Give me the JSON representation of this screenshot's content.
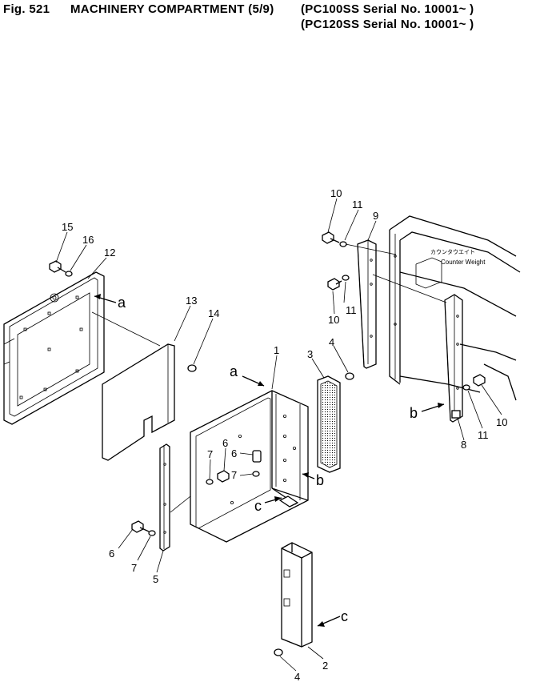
{
  "header": {
    "fig": "Fig. 521",
    "title": "MACHINERY COMPARTMENT (5/9)",
    "serial1": "(PC100SS Serial No. 10001~ )",
    "serial2": "(PC120SS Serial No. 10001~ )"
  },
  "callouts": {
    "p1": "1",
    "p2": "2",
    "p3": "3",
    "p4a": "4",
    "p4b": "4",
    "p5": "5",
    "p6a": "6",
    "p6b": "6",
    "p6c": "6",
    "p7a": "7",
    "p7b": "7",
    "p7c": "7",
    "p8": "8",
    "p9": "9",
    "p10a": "10",
    "p10b": "10",
    "p10c": "10",
    "p11a": "11",
    "p11b": "11",
    "p11c": "11",
    "p12": "12",
    "p13": "13",
    "p14": "14",
    "p15": "15",
    "p16": "16"
  },
  "refs": {
    "a1": "a",
    "a2": "a",
    "b1": "b",
    "b2": "b",
    "c1": "c",
    "c2": "c"
  },
  "counterweight": {
    "jp": "カウンタウエイト",
    "en": "Counter Weight"
  }
}
